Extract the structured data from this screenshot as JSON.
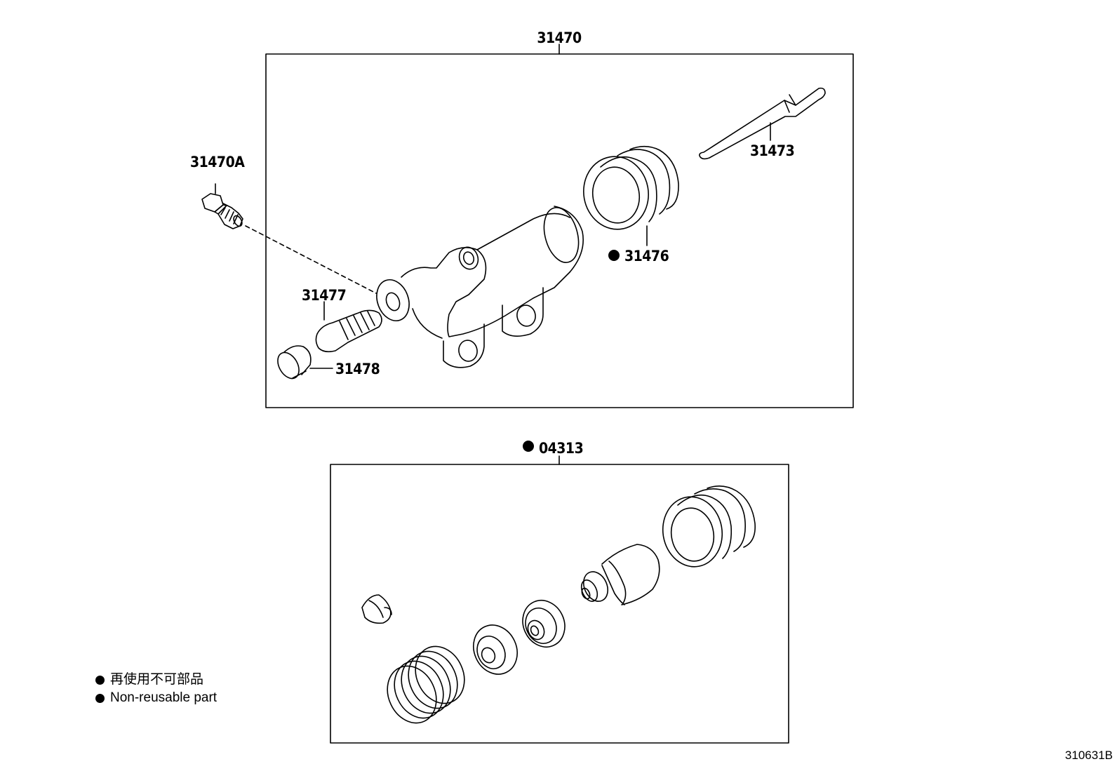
{
  "diagram": {
    "assembly_top": "31470",
    "assembly_kit": "●04313",
    "parts": {
      "bolt": "31470A",
      "pushrod": "31473",
      "boot": "●31476",
      "bleeder_plug": "31477",
      "bleeder_cap": "31478"
    }
  },
  "legend": {
    "jp": "再使用不可部品",
    "en": "Non-reusable part"
  },
  "reference_code": "310631B"
}
